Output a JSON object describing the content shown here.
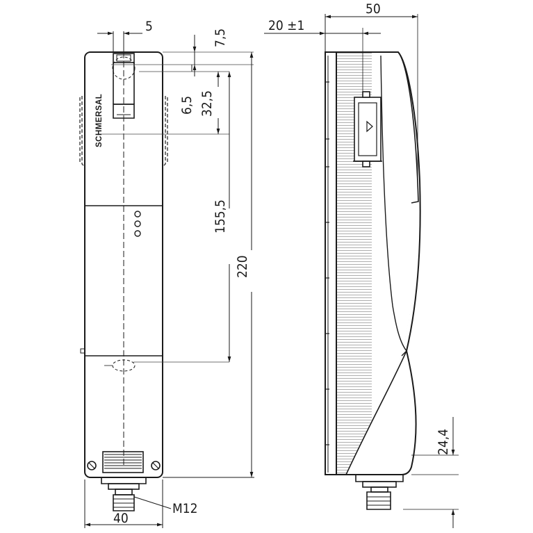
{
  "brand": "SCHMERSAL",
  "dimensions": {
    "width_5": "5",
    "offset_7_5": "7,5",
    "offset_6_5": "6,5",
    "offset_32_5": "32,5",
    "length_155_5": "155,5",
    "length_220": "220",
    "width_40": "40",
    "connector": "M12",
    "depth_50": "50",
    "gap_20": "20 ±1",
    "height_24_4": "24,4"
  },
  "colors": {
    "line": "#1a1a1a",
    "housing_shade": "#d9d9d9"
  }
}
